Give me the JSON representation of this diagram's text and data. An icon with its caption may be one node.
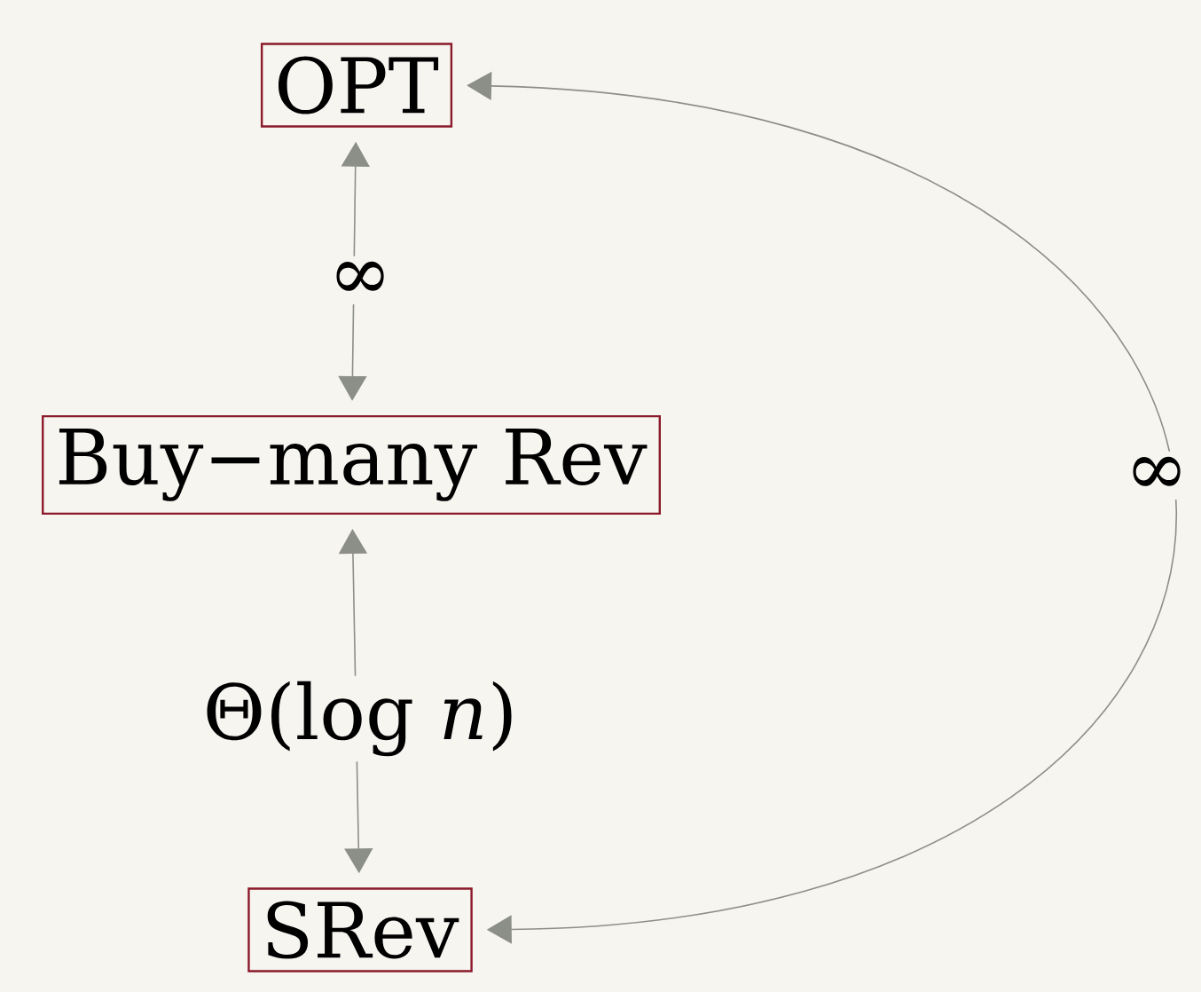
{
  "diagram": {
    "nodes": [
      {
        "text": [
          "OPT"
        ]
      },
      {
        "text": [
          "Buy−many Rev"
        ]
      },
      {
        "text": [
          "SRev"
        ]
      }
    ],
    "edges": [
      {
        "from": 0,
        "to": 1,
        "arrow": "both",
        "label": "∞"
      },
      {
        "from": 1,
        "to": 2,
        "arrow": "both",
        "label": "Θ(log *n*)"
      },
      {
        "from": 2,
        "to": 0,
        "arrow": "both",
        "label": "∞"
      }
    ]
  }
}
